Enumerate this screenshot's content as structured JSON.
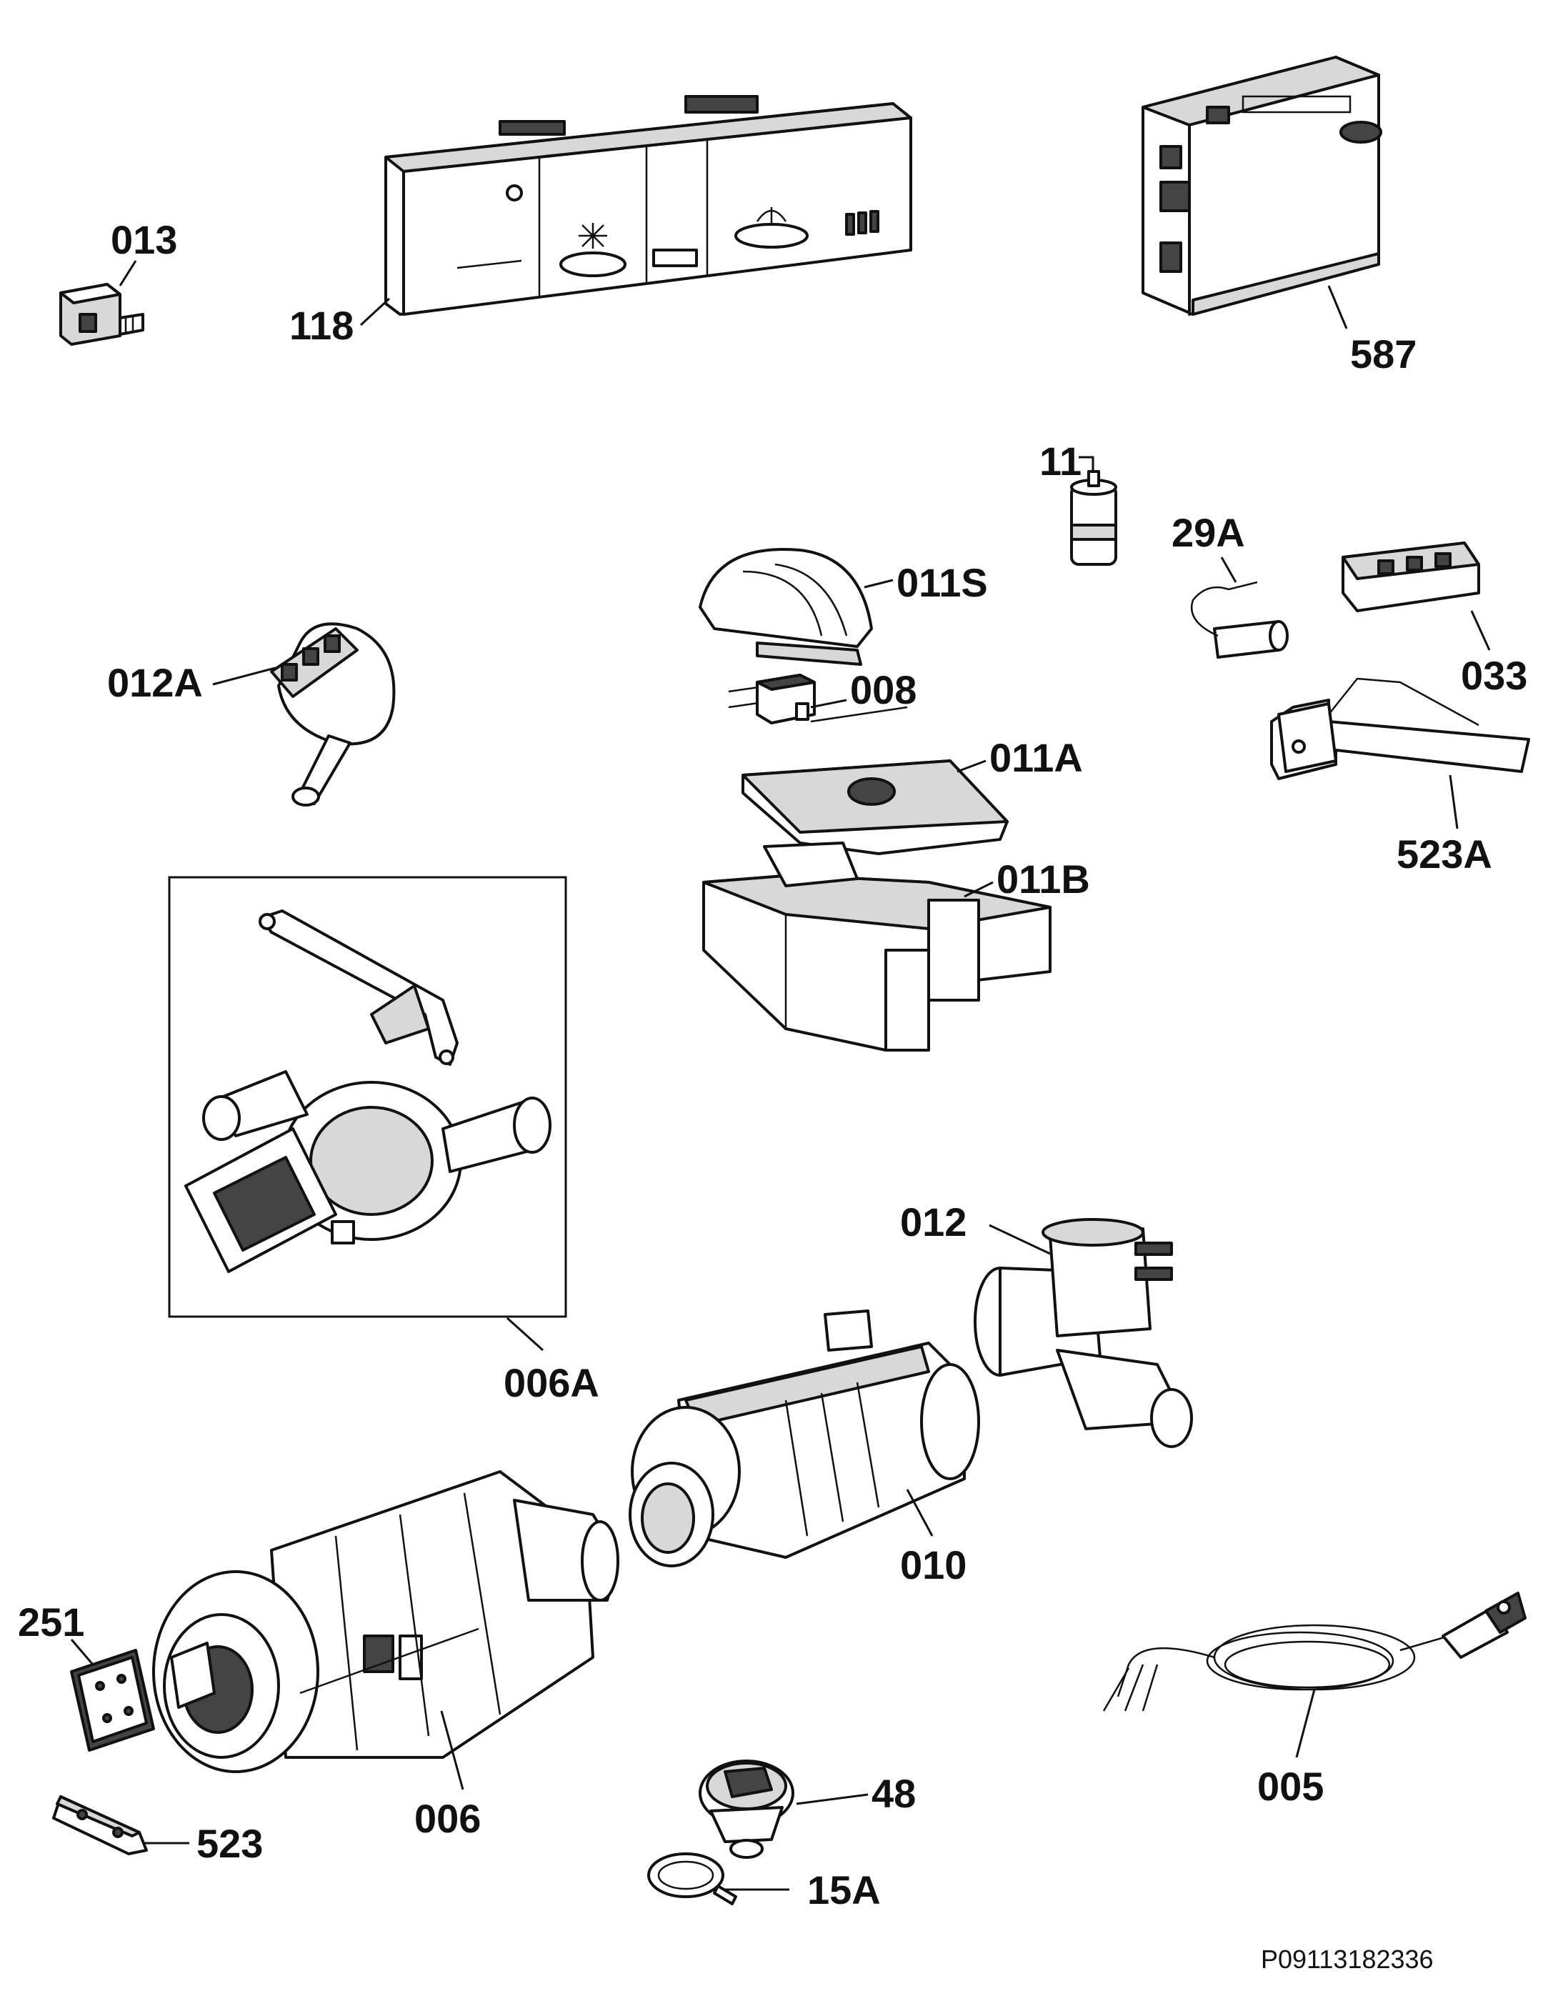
{
  "parts": [
    {
      "id": "p013",
      "label": "013"
    },
    {
      "id": "p118",
      "label": "118"
    },
    {
      "id": "p587",
      "label": "587"
    },
    {
      "id": "p11",
      "label": "11"
    },
    {
      "id": "p29A",
      "label": "29A"
    },
    {
      "id": "p011S",
      "label": "011S"
    },
    {
      "id": "p033",
      "label": "033"
    },
    {
      "id": "p012A",
      "label": "012A"
    },
    {
      "id": "p008",
      "label": "008"
    },
    {
      "id": "p011A",
      "label": "011A"
    },
    {
      "id": "p523A",
      "label": "523A"
    },
    {
      "id": "p011B",
      "label": "011B"
    },
    {
      "id": "p012",
      "label": "012"
    },
    {
      "id": "p006A",
      "label": "006A"
    },
    {
      "id": "p010",
      "label": "010"
    },
    {
      "id": "p251",
      "label": "251"
    },
    {
      "id": "p006",
      "label": "006"
    },
    {
      "id": "p48",
      "label": "48"
    },
    {
      "id": "p005",
      "label": "005"
    },
    {
      "id": "p523",
      "label": "523"
    },
    {
      "id": "p15A",
      "label": "15A"
    }
  ],
  "drawing_code": "P09113182336"
}
